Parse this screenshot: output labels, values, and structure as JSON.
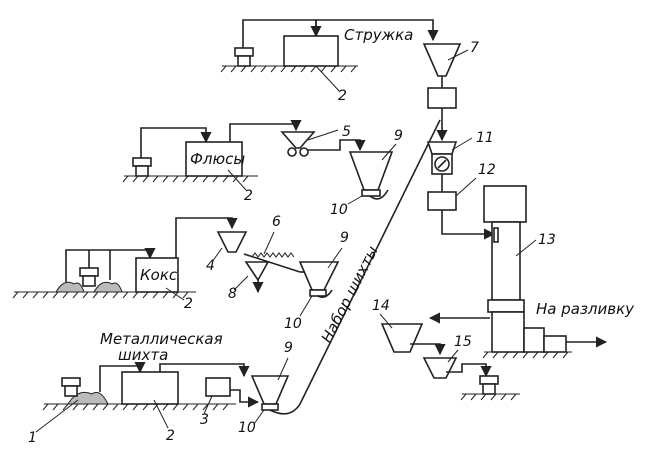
{
  "labels": {
    "chips": "Стружка",
    "fluxes": "Флюсы",
    "coke": "Кокс",
    "metal_charge_line1": "Металлическая",
    "metal_charge_line2": "шихта",
    "charge_set": "Набор шихты",
    "to_pouring": "На разливку"
  },
  "numbers": {
    "n1": "1",
    "n2a": "2",
    "n2b": "2",
    "n2c": "2",
    "n2d": "2",
    "n3": "3",
    "n4": "4",
    "n5": "5",
    "n6": "6",
    "n7": "7",
    "n8": "8",
    "n9a": "9",
    "n9b": "9",
    "n9c": "9",
    "n10a": "10",
    "n10b": "10",
    "n10c": "10",
    "n11": "11",
    "n12": "12",
    "n13": "13",
    "n14": "14",
    "n15": "15"
  }
}
